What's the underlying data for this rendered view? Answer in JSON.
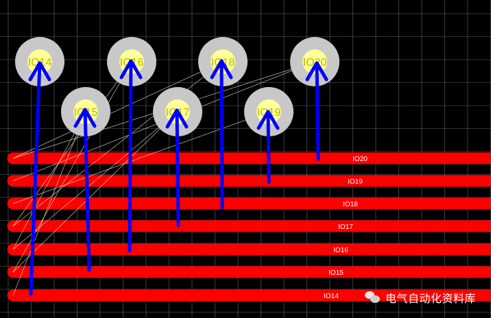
{
  "board": {
    "background": "#000000",
    "grid_color": "#8a8a9a",
    "trace_color": "#ff0000",
    "pad_ring_color": "#c8c8c8",
    "pad_center_color": "#ffff99",
    "pad_label_color": "#b8b800",
    "arrow_color": "#0000ff",
    "ratsnest_color": "#e8e8d0"
  },
  "traces": [
    {
      "net": "IO20"
    },
    {
      "net": "IO19"
    },
    {
      "net": "IO18"
    },
    {
      "net": "IO17"
    },
    {
      "net": "IO16"
    },
    {
      "net": "IO15"
    },
    {
      "net": "IO14"
    }
  ],
  "pads": [
    {
      "label": "IO14"
    },
    {
      "label": "IO16"
    },
    {
      "label": "IO18"
    },
    {
      "label": "IO20"
    },
    {
      "label": "IO15"
    },
    {
      "label": "IO17"
    },
    {
      "label": "IO19"
    }
  ],
  "watermark": {
    "icon": "wechat-icon",
    "text": "电气自动化资料库"
  }
}
